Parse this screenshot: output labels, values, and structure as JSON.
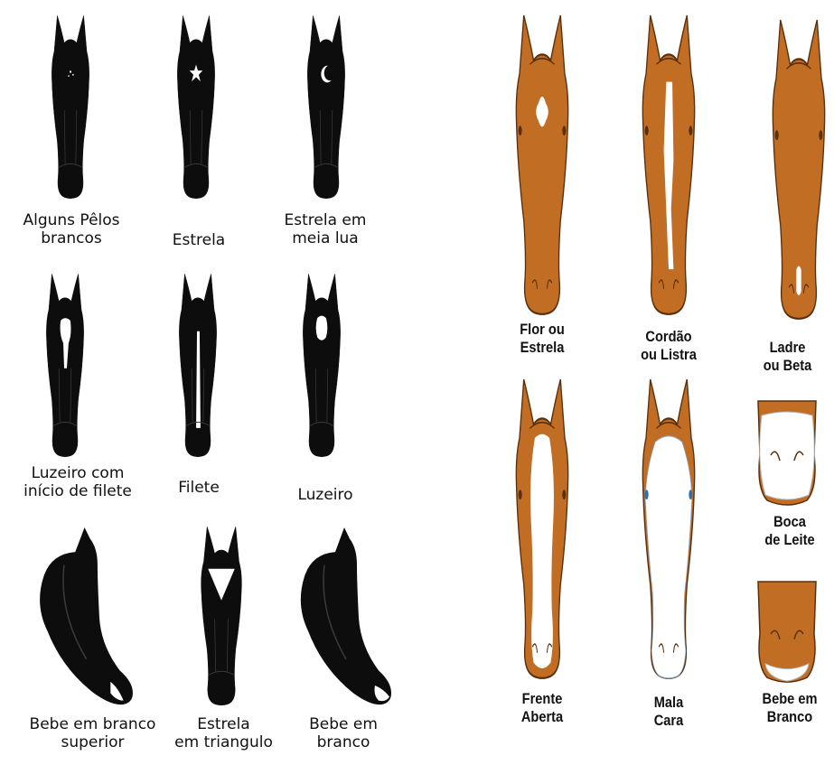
{
  "colors": {
    "black_coat": "#0d0d0d",
    "brown_coat": "#c26d24",
    "outline": "#5a2f0c",
    "white": "#ffffff",
    "eye_blue": "#2f6fb0"
  },
  "left_panel": {
    "items": [
      {
        "id": "alguns-pelos-brancos",
        "lines": [
          "Alguns Pêlos",
          "brancos"
        ],
        "marking": "few-white-hairs"
      },
      {
        "id": "estrela",
        "lines": [
          "Estrela"
        ],
        "marking": "star"
      },
      {
        "id": "estrela-meia-lua",
        "lines": [
          "Estrela em",
          "meia lua"
        ],
        "marking": "crescent"
      },
      {
        "id": "luzeiro-inicio-filete",
        "lines": [
          "Luzeiro com",
          "início de filete"
        ],
        "marking": "blaze-start"
      },
      {
        "id": "filete",
        "lines": [
          "Filete"
        ],
        "marking": "strip"
      },
      {
        "id": "luzeiro",
        "lines": [
          "Luzeiro"
        ],
        "marking": "luzeiro"
      },
      {
        "id": "bebe-branco-superior",
        "lines": [
          "Bebe em branco",
          "superior"
        ],
        "marking": "profile-upper-lip"
      },
      {
        "id": "estrela-triangulo",
        "lines": [
          "Estrela",
          "em triangulo"
        ],
        "marking": "triangle"
      },
      {
        "id": "bebe-branco",
        "lines": [
          "Bebe em",
          "branco"
        ],
        "marking": "profile-lip"
      }
    ]
  },
  "right_panel": {
    "items": [
      {
        "id": "flor-estrela",
        "lines": [
          "Flor ou",
          "Estrela"
        ],
        "marking": "flower"
      },
      {
        "id": "cordao-listra",
        "lines": [
          "Cordão",
          "ou Listra"
        ],
        "marking": "stripe"
      },
      {
        "id": "ladre-beta",
        "lines": [
          "Ladre",
          "ou Beta"
        ],
        "marking": "snip"
      },
      {
        "id": "frente-aberta",
        "lines": [
          "Frente",
          "Aberta"
        ],
        "marking": "wide-blaze"
      },
      {
        "id": "mala-cara",
        "lines": [
          "Mala",
          "Cara"
        ],
        "marking": "bald-face"
      },
      {
        "id": "boca-de-leite",
        "lines": [
          "Boca",
          "de Leite"
        ],
        "marking": "white-muzzle"
      },
      {
        "id": "bebe-em-branco",
        "lines": [
          "Bebe em",
          "Branco"
        ],
        "marking": "white-lip"
      }
    ]
  }
}
